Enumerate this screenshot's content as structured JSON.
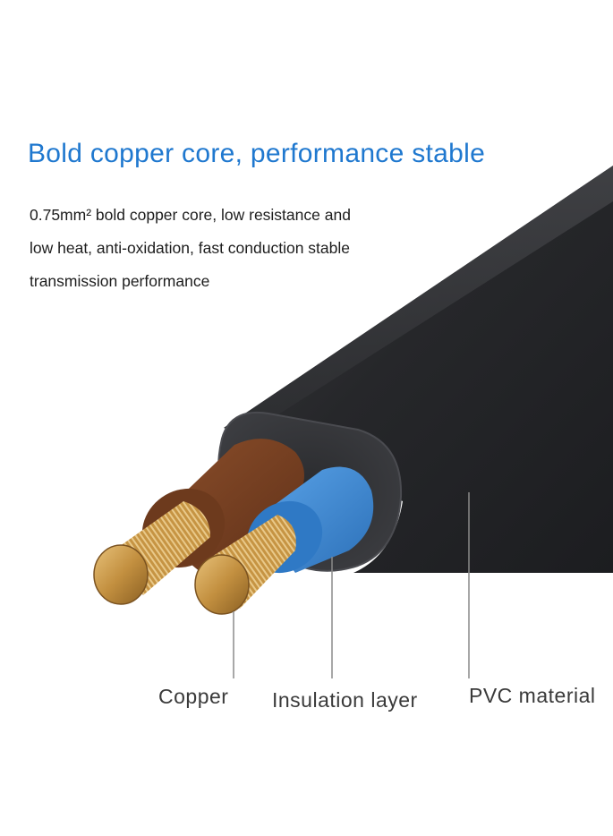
{
  "headline": "Bold copper core, performance stable",
  "description": [
    "0.75mm² bold copper core, low resistance and",
    "low heat, anti-oxidation, fast conduction stable",
    "transmission performance"
  ],
  "labels": {
    "copper": "Copper",
    "insulation": "Insulation layer",
    "pvc": "PVC material"
  },
  "colors": {
    "headline": "#1f78cf",
    "jacket": "#2a2b2d",
    "brown_insulation": "#7a4121",
    "blue_insulation": "#3d8ad6",
    "copper": "#c9963e"
  }
}
